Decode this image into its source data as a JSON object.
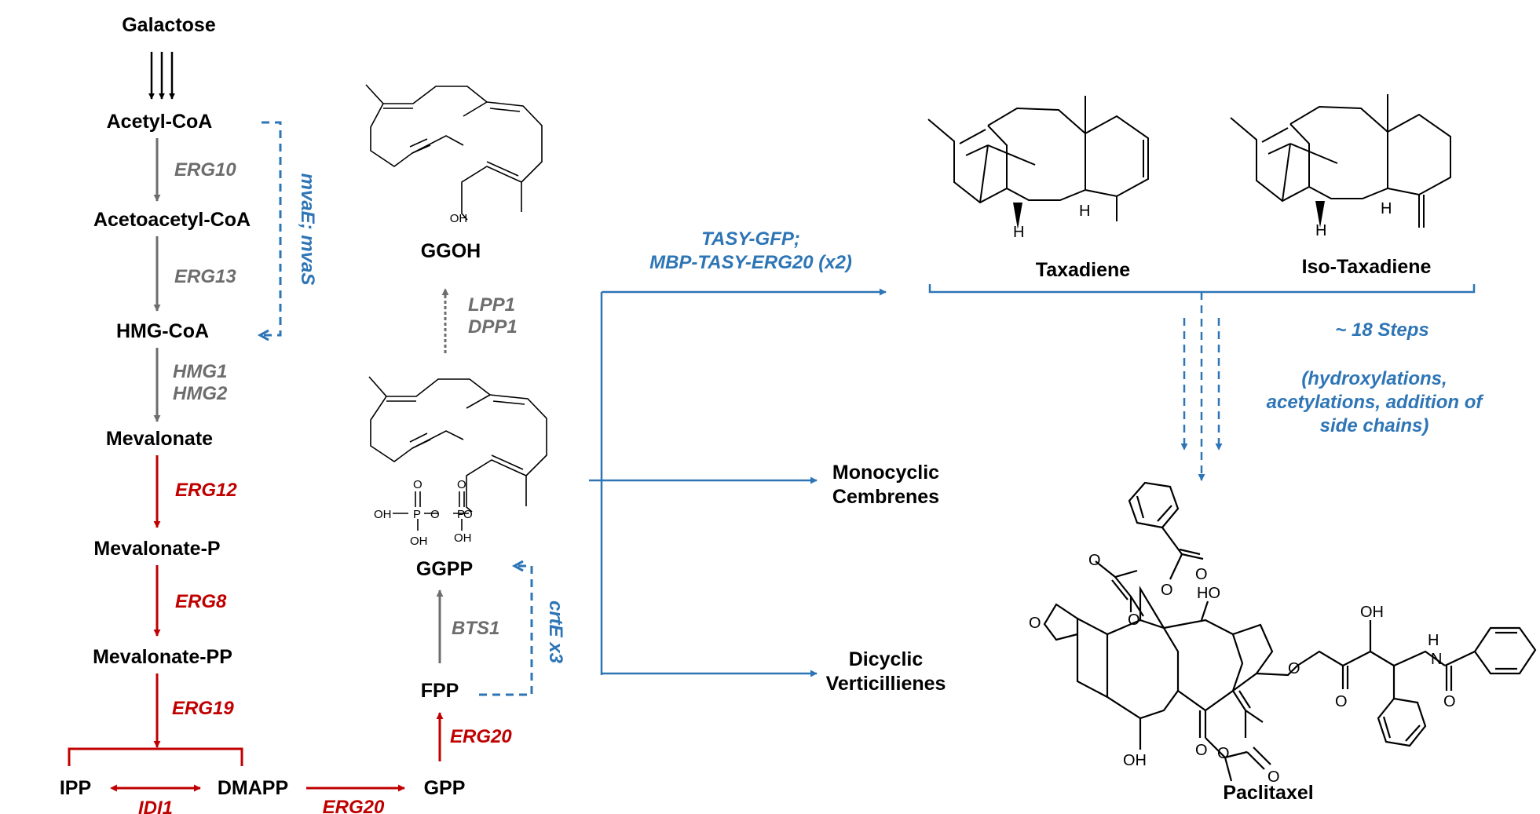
{
  "colors": {
    "metabolite": "#000000",
    "native_enzyme": "#6d6d6d",
    "overexpressed_enzyme": "#c00000",
    "heterologous": "#2e75b6"
  },
  "metabolites": {
    "galactose": "Galactose",
    "acetyl_coa": "Acetyl-CoA",
    "acetoacetyl_coa": "Acetoacetyl-CoA",
    "hmg_coa": "HMG-CoA",
    "mevalonate": "Mevalonate",
    "mevalonate_p": "Mevalonate-P",
    "mevalonate_pp": "Mevalonate-PP",
    "ipp": "IPP",
    "dmapp": "DMAPP",
    "gpp": "GPP",
    "fpp": "FPP",
    "ggpp": "GGPP",
    "ggoh": "GGOH",
    "monocyclic": [
      "Monocyclic",
      "Cembrenes"
    ],
    "dicyclic": [
      "Dicyclic",
      "Verticillienes"
    ],
    "taxadiene": "Taxadiene",
    "iso_taxadiene": "Iso-Taxadiene",
    "paclitaxel": "Paclitaxel"
  },
  "enzymes": {
    "erg10": "ERG10",
    "erg13": "ERG13",
    "hmg": [
      "HMG1",
      "HMG2"
    ],
    "erg12": "ERG12",
    "erg8": "ERG8",
    "erg19": "ERG19",
    "idi1": "IDI1",
    "erg20_gpp": "ERG20",
    "erg20_fpp": "ERG20",
    "bts1": "BTS1",
    "lpp_dpp": [
      "LPP1",
      "DPP1"
    ],
    "mva": "mvaE;  mvaS",
    "crte": "crtE x3",
    "tasy": [
      "TASY-GFP;",
      "MBP-TASY-ERG20 (x2)"
    ],
    "steps": "~ 18 Steps",
    "steps_detail": [
      "(hydroxylations,",
      "acetylations, addition of",
      "side chains)"
    ]
  },
  "atoms": {
    "oh": "OH",
    "o": "O",
    "p": "P",
    "h": "H",
    "ho": "HO",
    "n": "N"
  }
}
